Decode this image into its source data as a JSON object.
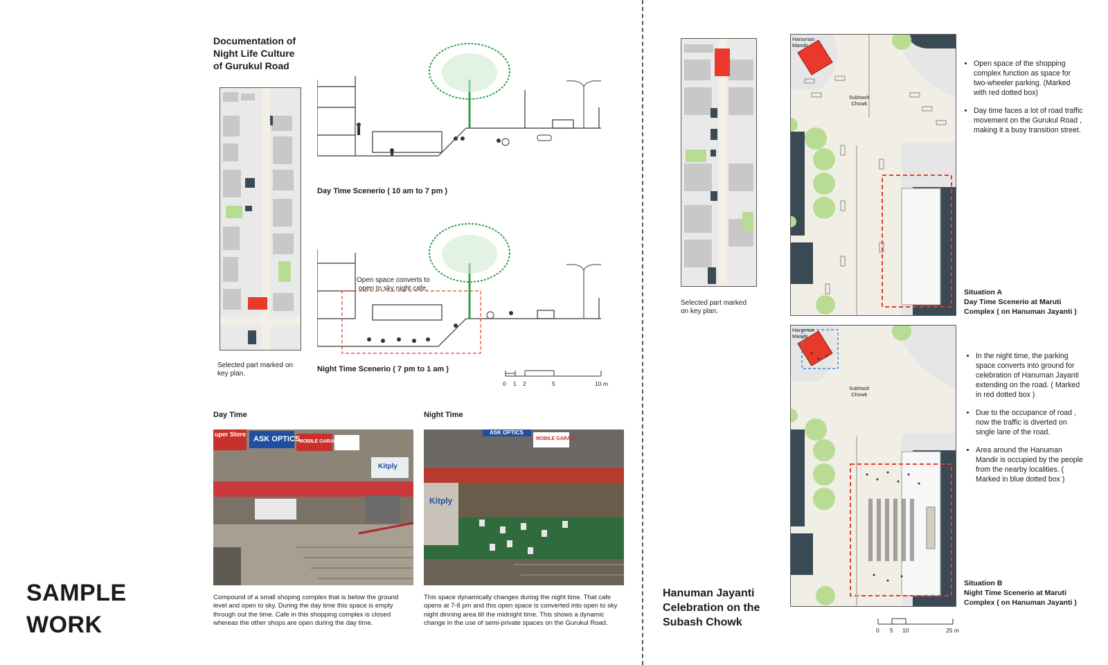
{
  "left": {
    "title": "Documentation of\nNight Life Culture\nof Gurukul Road",
    "keyplan_caption": "Selected part marked on\nkey plan.",
    "day_section_label": "Day Time Scenerio ( 10 am to 7 pm )",
    "night_section_label": "Night Time Scenerio ( 7 pm to 1 am )",
    "night_annotation": "Open space converts to\nopen to sky night cafe.",
    "scale_ticks": [
      "0",
      "1",
      "2",
      "5",
      "10 m"
    ],
    "day_photo_label": "Day Time",
    "night_photo_label": "Night Time",
    "day_caption": "Compound of a small shoping complex that is below the ground level and open to sky. During the day time this space is empty through out the time. Cafe in this shopping complex is closed whereas the other shops are open during the day time.",
    "night_caption": "This space dynamically changes during the night time. That cafe opens at 7-8 pm and this open space is converted into open to sky night dinning area till the midnight time. This shows a dynamic change in the use of semi-private spaces on the Gurukul Road.",
    "sample_work": "SAMPLE\nWORK"
  },
  "right": {
    "keyplan_caption": "Selected part marked\non key plan.",
    "title": "Hanuman Jayanti\nCelebration on the\nSubash Chowk",
    "plan_labels": {
      "mandir": "Hanuman\nMandir",
      "chowk": "Subhash\nChowk"
    },
    "situation_a": {
      "title": "Situation A\nDay Time Scenerio at Maruti\nComplex ( on Hanuman Jayanti )",
      "bullets": [
        "Open space of the shopping complex function as space for two-wheeler parking. (Marked with red dotted box)",
        "Day time faces a lot of road traffic movement on the Gurukul Road , making it a busy transition street."
      ]
    },
    "situation_b": {
      "title": "Situation B\nNight Time Scenerio at Maruti\nComplex ( on Hanuman Jayanti )",
      "bullets": [
        "In the night time, the parking space converts into ground for celebration of Hanuman Jayanti extending on the road. ( Marked in red dotted box )",
        "Due to the occupance of road , now the traffic is diverted on single lane of the road.",
        "Area around the Hanuman Mandir is occupied by the people from the nearby localities. ( Marked in blue dotted box )"
      ]
    },
    "scale_ticks": [
      "0",
      "5",
      "10",
      "25 m"
    ]
  },
  "photo_signs": {
    "day": [
      "ASK OPTICS",
      "MOBILE GARAGE",
      "Kitply",
      "uper Store"
    ],
    "night": [
      "ASK OPTICS",
      "MOBILE GARAGE",
      "Kitply"
    ]
  },
  "colors": {
    "tree": "#2e9e4a",
    "highlight": "#e8392a",
    "building": "#3a4a55",
    "green_space": "#b9dc95",
    "road": "#f1eee6"
  }
}
